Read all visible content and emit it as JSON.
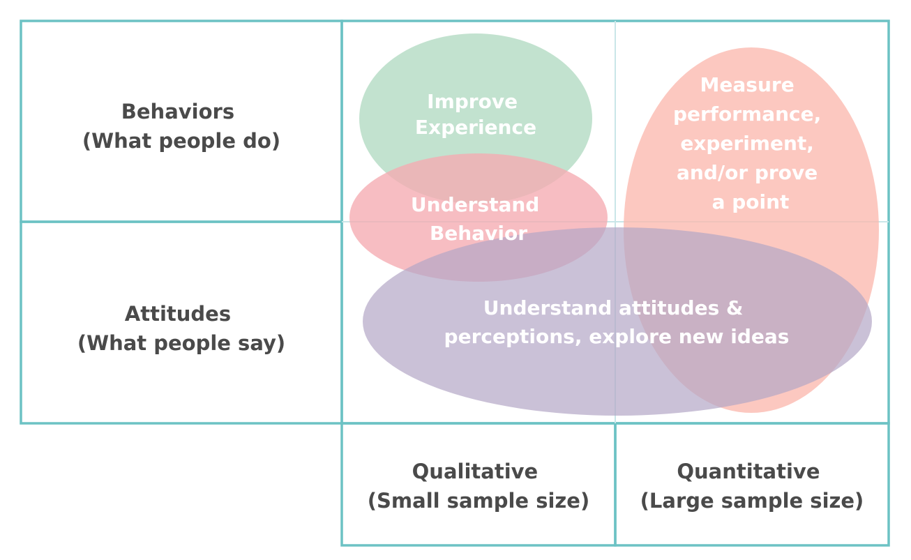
{
  "colors": {
    "grid": "#6cc2c4",
    "grid_faint": "#c9e6e8",
    "text_dark": "#4a4a4a",
    "label_light": "#ffffff",
    "green_ellipse": "#b5dcc5",
    "pink_ellipse": "#f5aab1",
    "salmon_ellipse": "#fbb8ae",
    "purple_ellipse": "#b4a6c6"
  },
  "rows": {
    "behaviors": {
      "line1": "Behaviors",
      "line2": "(What people do)"
    },
    "attitudes": {
      "line1": "Attitudes",
      "line2": "(What people say)"
    }
  },
  "columns": {
    "qualitative": {
      "line1": "Qualitative",
      "line2": "(Small sample size)"
    },
    "quantitative": {
      "line1": "Quantitative",
      "line2": "(Large sample size)"
    }
  },
  "ellipses": {
    "improve": {
      "lines": [
        "Improve",
        "Experience"
      ]
    },
    "understand_behavior": {
      "lines": [
        "Understand",
        "Behavior"
      ]
    },
    "measure": {
      "lines": [
        "Measure",
        "performance,",
        "experiment,",
        "and/or prove",
        "a point"
      ]
    },
    "attitudes": {
      "lines": [
        "Understand attitudes &",
        "perceptions, explore new ideas"
      ]
    }
  }
}
